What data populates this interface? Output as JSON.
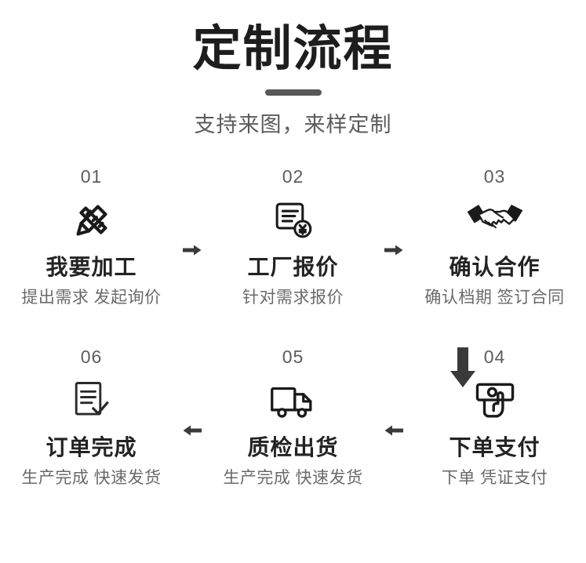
{
  "header": {
    "title": "定制流程",
    "subtitle": "支持来图，来样定制",
    "divider_color": "#58585a"
  },
  "colors": {
    "background": "#ffffff",
    "title_text": "#1d1d1d",
    "step_number": "#5d5d5f",
    "step_title": "#232323",
    "step_desc": "#6a6a6c",
    "icon_stroke": "#1a1a1a",
    "arrow_fill": "#3a3a3a"
  },
  "flow": {
    "row1": [
      {
        "number": "01",
        "icon": "pencil-ruler-icon",
        "title": "我要加工",
        "desc": "提出需求 发起询价"
      },
      {
        "number": "02",
        "icon": "quote-document-yuan-icon",
        "title": "工厂报价",
        "desc": "针对需求报价"
      },
      {
        "number": "03",
        "icon": "handshake-icon",
        "title": "确认合作",
        "desc": "确认档期 签订合同"
      }
    ],
    "row2": [
      {
        "number": "04",
        "icon": "hand-payment-icon",
        "title": "下单支付",
        "desc": "下单 凭证支付"
      },
      {
        "number": "05",
        "icon": "delivery-truck-icon",
        "title": "质检出货",
        "desc": "生产完成 快速发货"
      },
      {
        "number": "06",
        "icon": "document-check-icon",
        "title": "订单完成",
        "desc": "生产完成 快速发货"
      }
    ],
    "connectors": {
      "row1_arrow_1": "arrow-right-icon",
      "row1_arrow_2": "arrow-right-icon",
      "vertical": "arrow-down-icon",
      "row2_arrow_1": "arrow-left-icon",
      "row2_arrow_2": "arrow-left-icon"
    }
  }
}
